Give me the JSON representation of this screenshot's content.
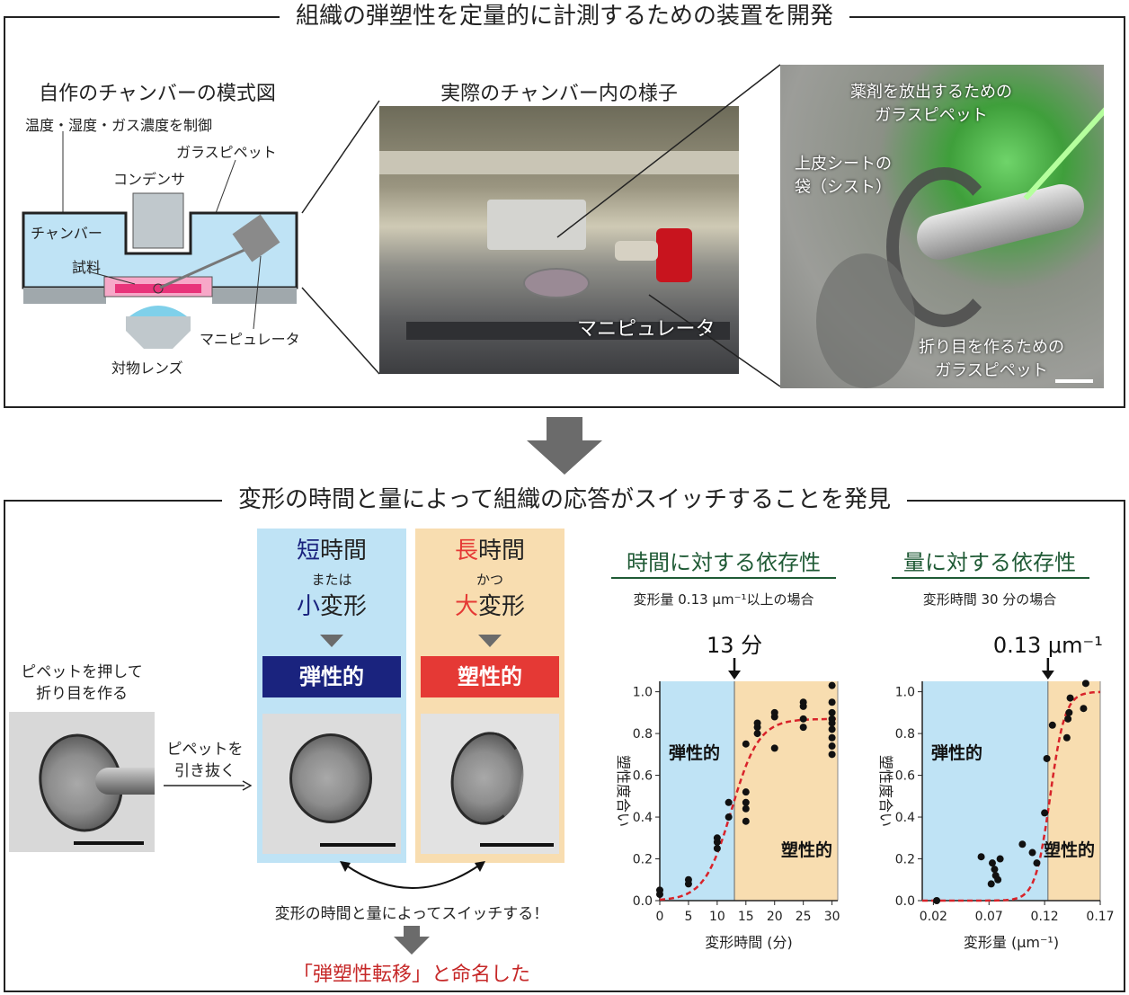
{
  "top_panel": {
    "title": "組織の弾塑性を定量的に計測するための装置を開発",
    "schematic": {
      "title": "自作のチャンバーの模式図",
      "control_label": "温度・湿度・ガス濃度を制御",
      "pipette_label": "ガラスピペット",
      "condenser_label": "コンデンサ",
      "chamber_label": "チャンバー",
      "sample_label": "試料",
      "manipulator_label": "マニピュレータ",
      "objective_label": "対物レンズ"
    },
    "photo_title": "実際のチャンバー内の様子",
    "photo_label": "マニピュレータ",
    "micrograph": {
      "drug_pipette_label": "薬剤を放出するための\nガラスピペット",
      "cyst_label": "上皮シートの\n袋（シスト）",
      "fold_pipette_label": "折り目を作るための\nガラスピペット"
    }
  },
  "bottom_panel": {
    "title": "変形の時間と量によって組織の応答がスイッチすることを発見",
    "step1_label": "ピペットを押して\n折り目を作る",
    "step2_label": "ピペットを\n引き抜く",
    "condition_elastic": {
      "line1_highlight": "短",
      "line1_rest": "時間",
      "line2": "または",
      "line3_highlight": "小",
      "line3_rest": "変形",
      "result": "弾性的"
    },
    "condition_plastic": {
      "line1_highlight": "長",
      "line1_rest": "時間",
      "line2": "かつ",
      "line3_highlight": "大",
      "line3_rest": "変形",
      "result": "塑性的"
    },
    "switch_text": "変形の時間と量によってスイッチする！",
    "naming_text": "「弾塑性転移」と命名した"
  },
  "chart_data": [
    {
      "type": "scatter",
      "title": "時間に対する依存性",
      "subtitle": "変形量 0.13 μm⁻¹以上の場合",
      "annotation": "13 分",
      "threshold": 13,
      "xlabel": "変形時間 (分)",
      "ylabel": "塑性度合い",
      "xlim": [
        0,
        31
      ],
      "ylim": [
        0,
        1.05
      ],
      "xticks": [
        0,
        5,
        10,
        15,
        20,
        25,
        30
      ],
      "yticks": [
        "0.0",
        "0.2",
        "0.4",
        "0.6",
        "0.8",
        "1.0"
      ],
      "region_left_label": "弾性的",
      "region_right_label": "塑性的",
      "points": [
        [
          0,
          0.03
        ],
        [
          0,
          0.05
        ],
        [
          5,
          0.08
        ],
        [
          5,
          0.1
        ],
        [
          10,
          0.25
        ],
        [
          10,
          0.28
        ],
        [
          10,
          0.3
        ],
        [
          12,
          0.47
        ],
        [
          12,
          0.4
        ],
        [
          15,
          0.75
        ],
        [
          15,
          0.52
        ],
        [
          15,
          0.47
        ],
        [
          15,
          0.44
        ],
        [
          15,
          0.38
        ],
        [
          17,
          0.8
        ],
        [
          17,
          0.83
        ],
        [
          17,
          0.85
        ],
        [
          20,
          0.88
        ],
        [
          20,
          0.9
        ],
        [
          20,
          0.73
        ],
        [
          25,
          0.95
        ],
        [
          25,
          0.93
        ],
        [
          25,
          0.87
        ],
        [
          25,
          0.83
        ],
        [
          30,
          1.03
        ],
        [
          30,
          0.95
        ],
        [
          30,
          0.9
        ],
        [
          30,
          0.87
        ],
        [
          30,
          0.85
        ],
        [
          30,
          0.82
        ],
        [
          30,
          0.78
        ],
        [
          30,
          0.74
        ],
        [
          30,
          0.7
        ]
      ],
      "curve": {
        "type": "sigmoid",
        "midpoint": 12.5,
        "slope": 0.42,
        "max": 0.87,
        "color": "#d8232a"
      },
      "colors": {
        "left": "#bfe3f5",
        "right": "#f8ddb0"
      }
    },
    {
      "type": "scatter",
      "title": "量に対する依存性",
      "subtitle": "変形時間 30 分の場合",
      "annotation": "0.13 μm⁻¹",
      "threshold": 0.123,
      "xlabel": "変形量 (μm⁻¹)",
      "ylabel": "塑性度合い",
      "xlim": [
        0.01,
        0.17
      ],
      "ylim": [
        0,
        1.05
      ],
      "xticks": [
        0.02,
        0.07,
        0.12,
        0.17
      ],
      "yticks": [
        "0.0",
        "0.2",
        "0.4",
        "0.6",
        "0.8",
        "1.0"
      ],
      "region_left_label": "弾性的",
      "region_right_label": "塑性的",
      "points": [
        [
          0.023,
          0.0
        ],
        [
          0.063,
          0.21
        ],
        [
          0.073,
          0.18
        ],
        [
          0.075,
          0.15
        ],
        [
          0.076,
          0.12
        ],
        [
          0.078,
          0.1
        ],
        [
          0.072,
          0.08
        ],
        [
          0.08,
          0.2
        ],
        [
          0.1,
          0.27
        ],
        [
          0.109,
          0.23
        ],
        [
          0.113,
          0.18
        ],
        [
          0.12,
          0.42
        ],
        [
          0.122,
          0.68
        ],
        [
          0.127,
          0.84
        ],
        [
          0.14,
          0.78
        ],
        [
          0.141,
          0.87
        ],
        [
          0.142,
          0.9
        ],
        [
          0.143,
          0.97
        ],
        [
          0.155,
          0.92
        ],
        [
          0.157,
          1.04
        ]
      ],
      "curve": {
        "type": "sigmoid",
        "midpoint": 0.125,
        "slope": 150,
        "max": 1.0,
        "color": "#d8232a"
      },
      "colors": {
        "left": "#bfe3f5",
        "right": "#f8ddb0"
      }
    }
  ],
  "colors": {
    "elastic_bg": "#bfe3f5",
    "plastic_bg": "#f8ddb0",
    "elastic_label": "#1a237e",
    "plastic_label": "#e53935",
    "highlight_red": "#c62828",
    "graph_title": "#1f5a35"
  }
}
